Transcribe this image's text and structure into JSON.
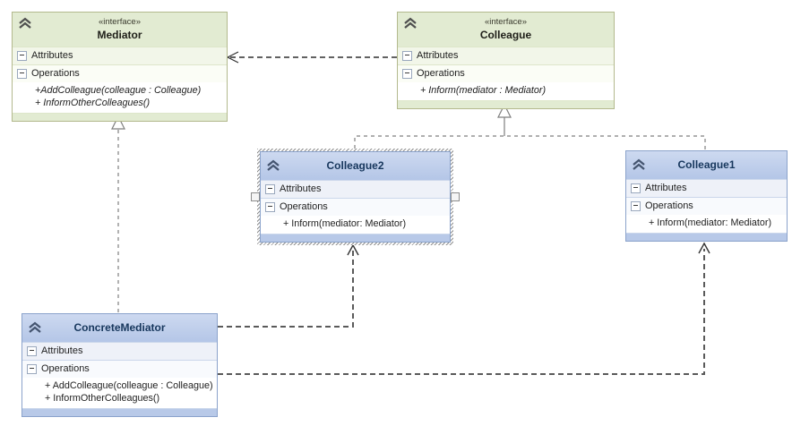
{
  "canvas": {
    "background": "#ffffff"
  },
  "boxes": [
    {
      "id": "Mediator",
      "kind": "interface",
      "stereotype": "«interface»",
      "name": "Mediator",
      "attributes_label": "Attributes",
      "operations_label": "Operations",
      "methods": [
        "+AddColleague(colleague : Colleague)",
        "+ InformOtherColleagues()"
      ],
      "selected": false
    },
    {
      "id": "Colleague",
      "kind": "interface",
      "stereotype": "«interface»",
      "name": "Colleague",
      "attributes_label": "Attributes",
      "operations_label": "Operations",
      "methods": [
        "+ Inform(mediator : Mediator)"
      ],
      "selected": false
    },
    {
      "id": "Colleague2",
      "kind": "class",
      "name": "Colleague2",
      "attributes_label": "Attributes",
      "operations_label": "Operations",
      "methods": [
        "+ Inform(mediator: Mediator)"
      ],
      "selected": true
    },
    {
      "id": "Colleague1",
      "kind": "class",
      "name": "Colleague1",
      "attributes_label": "Attributes",
      "operations_label": "Operations",
      "methods": [
        "+ Inform(mediator: Mediator)"
      ],
      "selected": false
    },
    {
      "id": "ConcreteMediator",
      "kind": "class",
      "name": "ConcreteMediator",
      "attributes_label": "Attributes",
      "operations_label": "Operations",
      "methods": [
        "+ AddColleague(colleague : Colleague)",
        "+ InformOtherColleagues()"
      ],
      "selected": false
    }
  ],
  "relationships": [
    {
      "type": "dependency",
      "from": "Colleague",
      "to": "Mediator"
    },
    {
      "type": "realization",
      "from": "ConcreteMediator",
      "to": "Mediator"
    },
    {
      "type": "realization",
      "from": "Colleague2",
      "to": "Colleague"
    },
    {
      "type": "realization",
      "from": "Colleague1",
      "to": "Colleague"
    },
    {
      "type": "dependency",
      "from": "ConcreteMediator",
      "to": "Colleague2"
    },
    {
      "type": "dependency",
      "from": "ConcreteMediator",
      "to": "Colleague1"
    }
  ],
  "colors": {
    "interface_header": "#e2ebd2",
    "interface_border": "#b3b98d",
    "class_header": "#b8c9e8",
    "class_border": "#8ba3cb",
    "class_title_text": "#17375d",
    "dependency_line": "#4a4a4a",
    "realization_line": "#7f7f7f"
  }
}
